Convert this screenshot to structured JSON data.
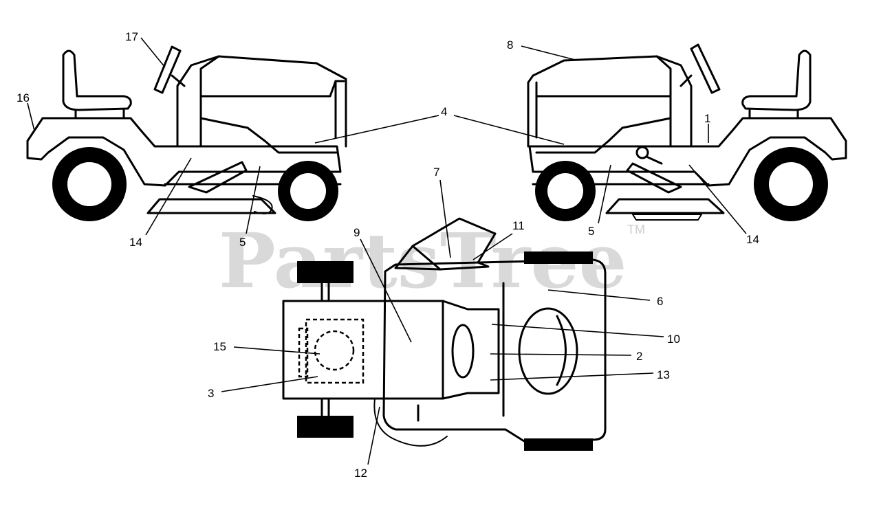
{
  "watermark": {
    "brand": "PartsTree",
    "trademark": "TM"
  },
  "callouts": [
    {
      "id": "17a",
      "label": "17"
    },
    {
      "id": "16a",
      "label": "16"
    },
    {
      "id": "14a",
      "label": "14"
    },
    {
      "id": "5a",
      "label": "5"
    },
    {
      "id": "4",
      "label": "4"
    },
    {
      "id": "8",
      "label": "8"
    },
    {
      "id": "1",
      "label": "1"
    },
    {
      "id": "5b",
      "label": "5"
    },
    {
      "id": "14b",
      "label": "14"
    },
    {
      "id": "7",
      "label": "7"
    },
    {
      "id": "11",
      "label": "11"
    },
    {
      "id": "9",
      "label": "9"
    },
    {
      "id": "6",
      "label": "6"
    },
    {
      "id": "10",
      "label": "10"
    },
    {
      "id": "2",
      "label": "2"
    },
    {
      "id": "13",
      "label": "13"
    },
    {
      "id": "15",
      "label": "15"
    },
    {
      "id": "3",
      "label": "3"
    },
    {
      "id": "12",
      "label": "12"
    }
  ]
}
